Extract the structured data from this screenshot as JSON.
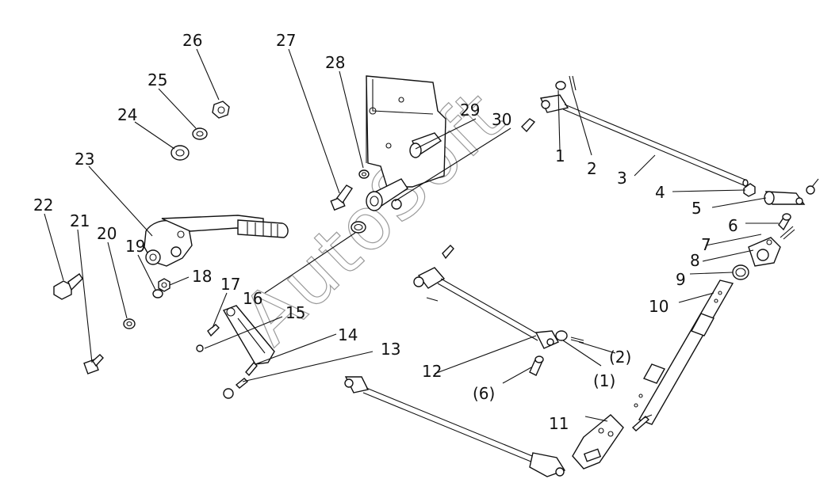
{
  "watermark": "AutoSoft",
  "callouts": [
    "26",
    "27",
    "28",
    "25",
    "24",
    "29",
    "30",
    "23",
    "22",
    "21",
    "20",
    "19",
    "18",
    "17",
    "16",
    "15",
    "14",
    "13",
    "12",
    "11",
    "10",
    "9",
    "8",
    "7",
    "6",
    "5",
    "4",
    "3",
    "2",
    "1",
    "(2)",
    "(1)",
    "(6)"
  ],
  "colors": {
    "line": "#111111",
    "watermark": "#9a9a9a",
    "background": "#ffffff"
  }
}
